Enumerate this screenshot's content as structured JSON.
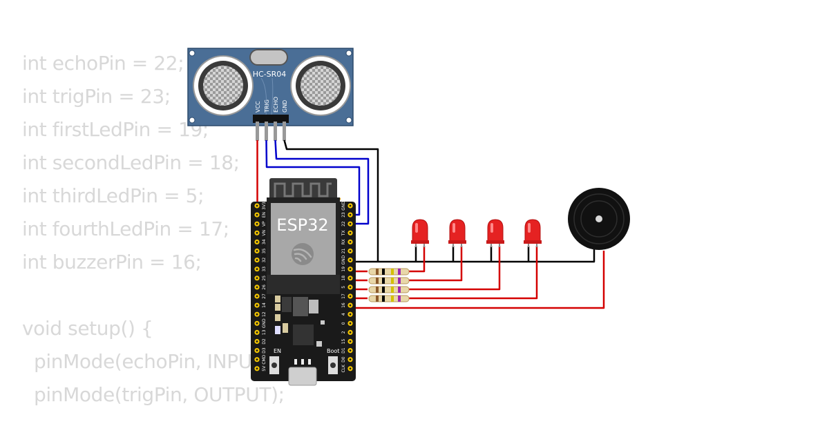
{
  "code": {
    "lines": [
      "int echoPin = 22;",
      "int trigPin = 23;",
      "int firstLedPin = 19;",
      "int secondLedPin = 18;",
      "int thirdLedPin = 5;",
      "int fourthLedPin = 17;",
      "int buzzerPin = 16;",
      "",
      "void setup() {",
      "  pinMode(echoPin, INPUT);",
      "  pinMode(trigPin, OUTPUT);"
    ]
  },
  "sensor": {
    "model": "HC-SR04",
    "pins": [
      "VCC",
      "TRIG",
      "ECHO",
      "GND"
    ]
  },
  "board": {
    "name": "ESP32",
    "left_pins": [
      "3V3",
      "EN",
      "VP",
      "VN",
      "34",
      "35",
      "32",
      "33",
      "25",
      "26",
      "27",
      "14",
      "12",
      "GND",
      "13",
      "D2",
      "D3",
      "CMD",
      "5V"
    ],
    "right_pins": [
      "GND",
      "23",
      "22",
      "TX",
      "RX",
      "21",
      "GND",
      "19",
      "18",
      "5",
      "17",
      "16",
      "4",
      "0",
      "2",
      "15",
      "D1",
      "D0",
      "CLK"
    ],
    "en_label": "EN",
    "boot_label": "Boot"
  },
  "colors": {
    "wire_red": "#d40000",
    "wire_blue": "#0000cc",
    "wire_black": "#000000",
    "sensor_blue": "#4a6e96",
    "led_red": "#e52222",
    "board_black": "#1a1a1a",
    "pin_yellow": "#f2c500",
    "code_gray": "#d8d8d8"
  },
  "components": {
    "leds": [
      "red-led",
      "red-led",
      "red-led",
      "red-led"
    ],
    "resistors": 4,
    "buzzer": "piezo-buzzer"
  }
}
